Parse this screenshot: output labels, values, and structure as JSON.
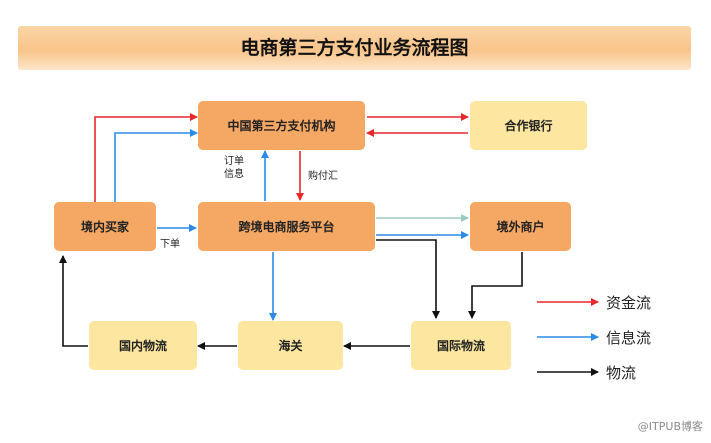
{
  "title": "电商第三方支付业务流程图",
  "nodes": {
    "third_party_payment": "中国第三方支付机构",
    "partner_bank": "合作银行",
    "domestic_buyer": "境内买家",
    "crossborder_platform": "跨境电商服务平台",
    "overseas_merchant": "境外商户",
    "domestic_logistics": "国内物流",
    "customs": "海关",
    "international_logistics": "国际物流"
  },
  "edge_labels": {
    "order_info": "订单\n信息",
    "purchase_remit": "购付汇",
    "place_order": "下单"
  },
  "legend": {
    "funds_flow": "资金流",
    "info_flow": "信息流",
    "goods_flow": "物流"
  },
  "colors": {
    "funds_flow": "#e8282b",
    "info_flow": "#2b8be8",
    "goods_flow": "#111111",
    "other_flow": "#9ccbc4",
    "orange_node": "#f5a764",
    "cream_node": "#fde7a0"
  },
  "watermark": "@ITPUB博客"
}
